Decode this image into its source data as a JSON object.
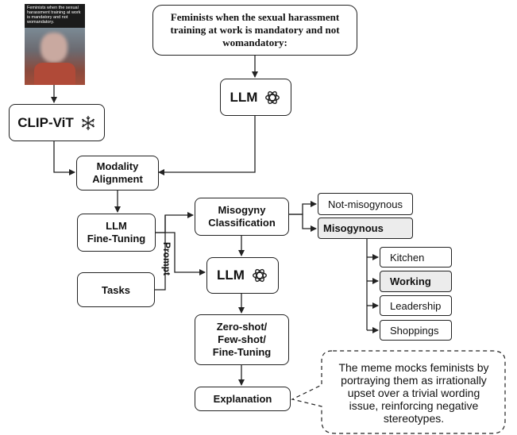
{
  "meme": {
    "caption": "Feminists when the sexual harassment training at work is mandatory and not womandatory."
  },
  "nodes": {
    "clip_vit": "CLIP-ViT",
    "text_prompt": "Feminists when the sexual harassment\ntraining at work is mandatory and not\nwomandatory:",
    "llm_top": "LLM",
    "modality_alignment": "Modality\nAlignment",
    "llm_finetune": "LLM\nFine-Tuning",
    "tasks": "Tasks",
    "misogyny_classification": "Misogyny\nClassification",
    "llm_mid": "LLM",
    "zero_few": "Zero-shot/\nFew-shot/\nFine-Tuning",
    "explanation": "Explanation",
    "not_misogynous": "Not-misogynous",
    "misogynous": "Misogynous",
    "kitchen": "Kitchen",
    "working": "Working",
    "leadership": "Leadership",
    "shoppings": "Shoppings",
    "prompt_label": "Prompt"
  },
  "explanation_bubble": "The meme mocks feminists by\nportraying them as irrationally\nupset over a trivial wording\nissue, reinforcing negative\nstereotypes.",
  "icons": [
    "snowflake-icon",
    "openai-logo-icon",
    "openai-logo-icon"
  ]
}
